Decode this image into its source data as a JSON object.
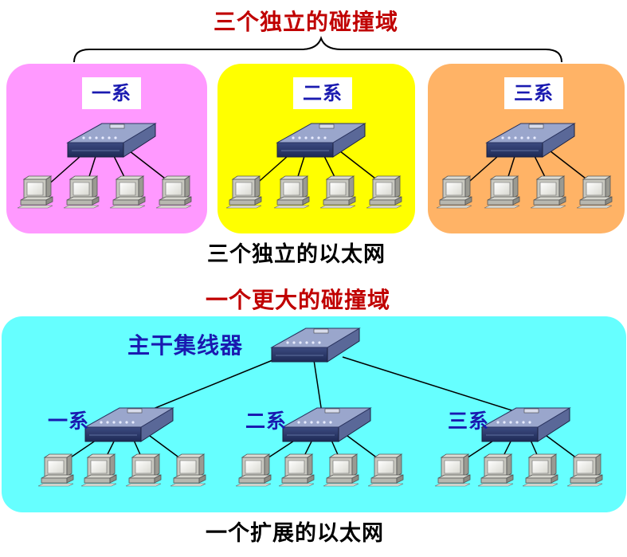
{
  "top": {
    "title": "三个独立的碰撞域",
    "caption": "三个独立的以太网",
    "title_color": "#c00000",
    "groups": [
      {
        "label": "一系",
        "color": "#ff99ff"
      },
      {
        "label": "二系",
        "color": "#ffff00"
      },
      {
        "label": "三系",
        "color": "#ffb366"
      }
    ]
  },
  "bottom": {
    "title": "一个更大的碰撞域",
    "caption": "一个扩展的以太网",
    "title_color": "#c00000",
    "panel_color": "#66ffff",
    "backbone_label": "主干集线器",
    "groups": [
      {
        "label": "一系"
      },
      {
        "label": "二系"
      },
      {
        "label": "三系"
      }
    ]
  },
  "icons": {
    "hub": "ethernet-hub-icon",
    "computer": "desktop-computer-icon"
  }
}
